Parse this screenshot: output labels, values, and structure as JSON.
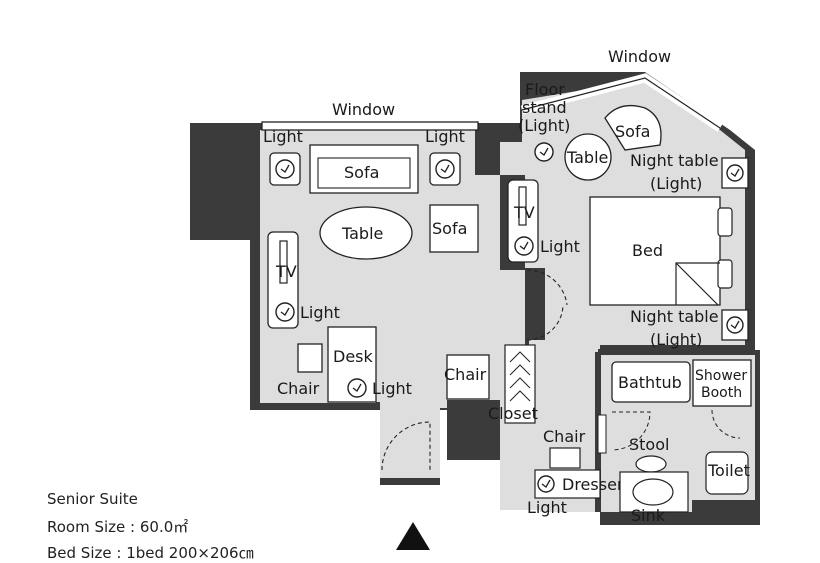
{
  "colors": {
    "wall": "#3b3b3b",
    "floor": "#dedede",
    "furniture": "#ffffff",
    "line": "#222222"
  },
  "labels": {
    "window_main": "Window",
    "window_bay": "Window",
    "light": "Light",
    "floor_stand": [
      "Floor",
      "stand",
      "(Light)"
    ],
    "sofa": "Sofa",
    "table": "Table",
    "tv": "TV",
    "bed": "Bed",
    "night_table": "Night table",
    "night_table_light": "(Light)",
    "desk": "Desk",
    "chair": "Chair",
    "closet": "Closet",
    "bathtub": "Bathtub",
    "shower_booth": [
      "Shower",
      "Booth"
    ],
    "stool": "Stool",
    "toilet": "Toilet",
    "dresser": "Dresser",
    "sink": "Sink"
  },
  "info": {
    "name": "Senior Suite",
    "room_size": "Room Size : 60.0㎡",
    "bed_size": "Bed Size : 1bed 200×206㎝"
  },
  "icons": [
    "light-icon",
    "entrance-arrow-icon"
  ]
}
